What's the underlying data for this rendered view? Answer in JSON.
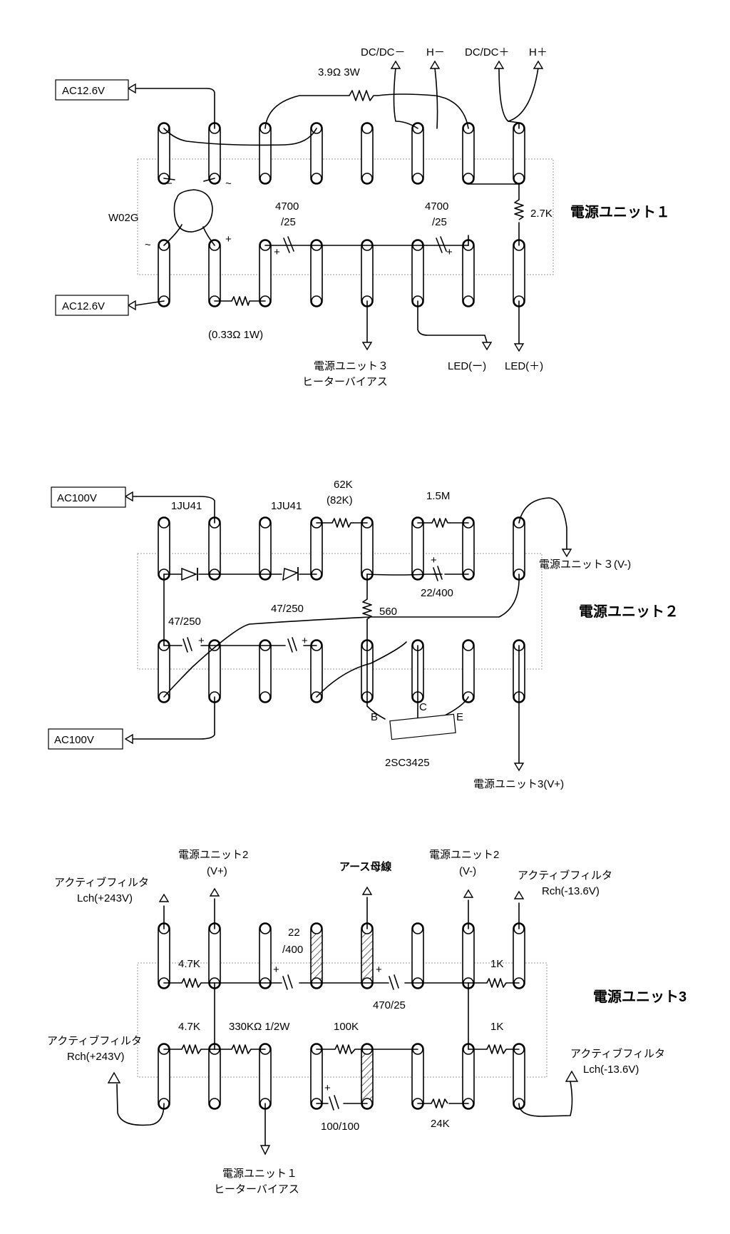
{
  "unit1": {
    "title": "電源ユニット１",
    "ac_top": "AC12.6V",
    "ac_bottom": "AC12.6V",
    "bridge": "W02G",
    "res_33": "3.9Ω 3W",
    "dcdc_minus": "DC/DC－",
    "h_minus": "H－",
    "dcdc_plus": "DC/DC＋",
    "h_plus": "H＋",
    "cap1_a": "4700",
    "cap1_b": "/25",
    "cap2_a": "4700",
    "cap2_b": "/25",
    "res_27": "2.7K",
    "res_033": "(0.33Ω 1W)",
    "out_heater_a": "電源ユニット３",
    "out_heater_b": "ヒーターバイアス",
    "led_minus": "LED(ー)",
    "led_plus": "LED(＋)"
  },
  "unit2": {
    "title": "電源ユニット２",
    "ac_top": "AC100V",
    "ac_bottom": "AC100V",
    "diode1": "1JU41",
    "diode2": "1JU41",
    "res_62k_a": "62K",
    "res_62k_b": "(82K)",
    "res_15m": "1.5M",
    "cap_47_1": "47/250",
    "cap_47_2": "47/250",
    "cap_22": "22/400",
    "res_560": "560",
    "out_vminus": "電源ユニット３(V-)",
    "out_vplus": "電源ユニット3(V+)",
    "pin_b": "B",
    "pin_c": "C",
    "pin_e": "E",
    "transistor": "2SC3425"
  },
  "unit3": {
    "title": "電源ユニット3",
    "in_u2_vplus_a": "電源ユニット2",
    "in_u2_vplus_b": "(V+)",
    "earth": "アース母線",
    "in_u2_vminus_a": "電源ユニット2",
    "in_u2_vminus_b": "(V-)",
    "af_lch_plus_a": "アクティブフィルタ",
    "af_lch_plus_b": "Lch(+243V)",
    "af_rch_minus_a": "アクティブフィルタ",
    "af_rch_minus_b": "Rch(-13.6V)",
    "af_rch_plus_a": "アクティブフィルタ",
    "af_rch_plus_b": "Rch(+243V)",
    "af_lch_minus_a": "アクティブフィルタ",
    "af_lch_minus_b": "Lch(-13.6V)",
    "res_47k_1": "4.7K",
    "res_47k_2": "4.7K",
    "res_330k": "330KΩ 1/2W",
    "res_100k": "100K",
    "res_1k_1": "1K",
    "res_1k_2": "1K",
    "res_24k": "24K",
    "cap_22_a": "22",
    "cap_22_b": "/400",
    "cap_470": "470/25",
    "cap_100": "100/100",
    "out_u1_a": "電源ユニット１",
    "out_u1_b": "ヒーターバイアス"
  }
}
